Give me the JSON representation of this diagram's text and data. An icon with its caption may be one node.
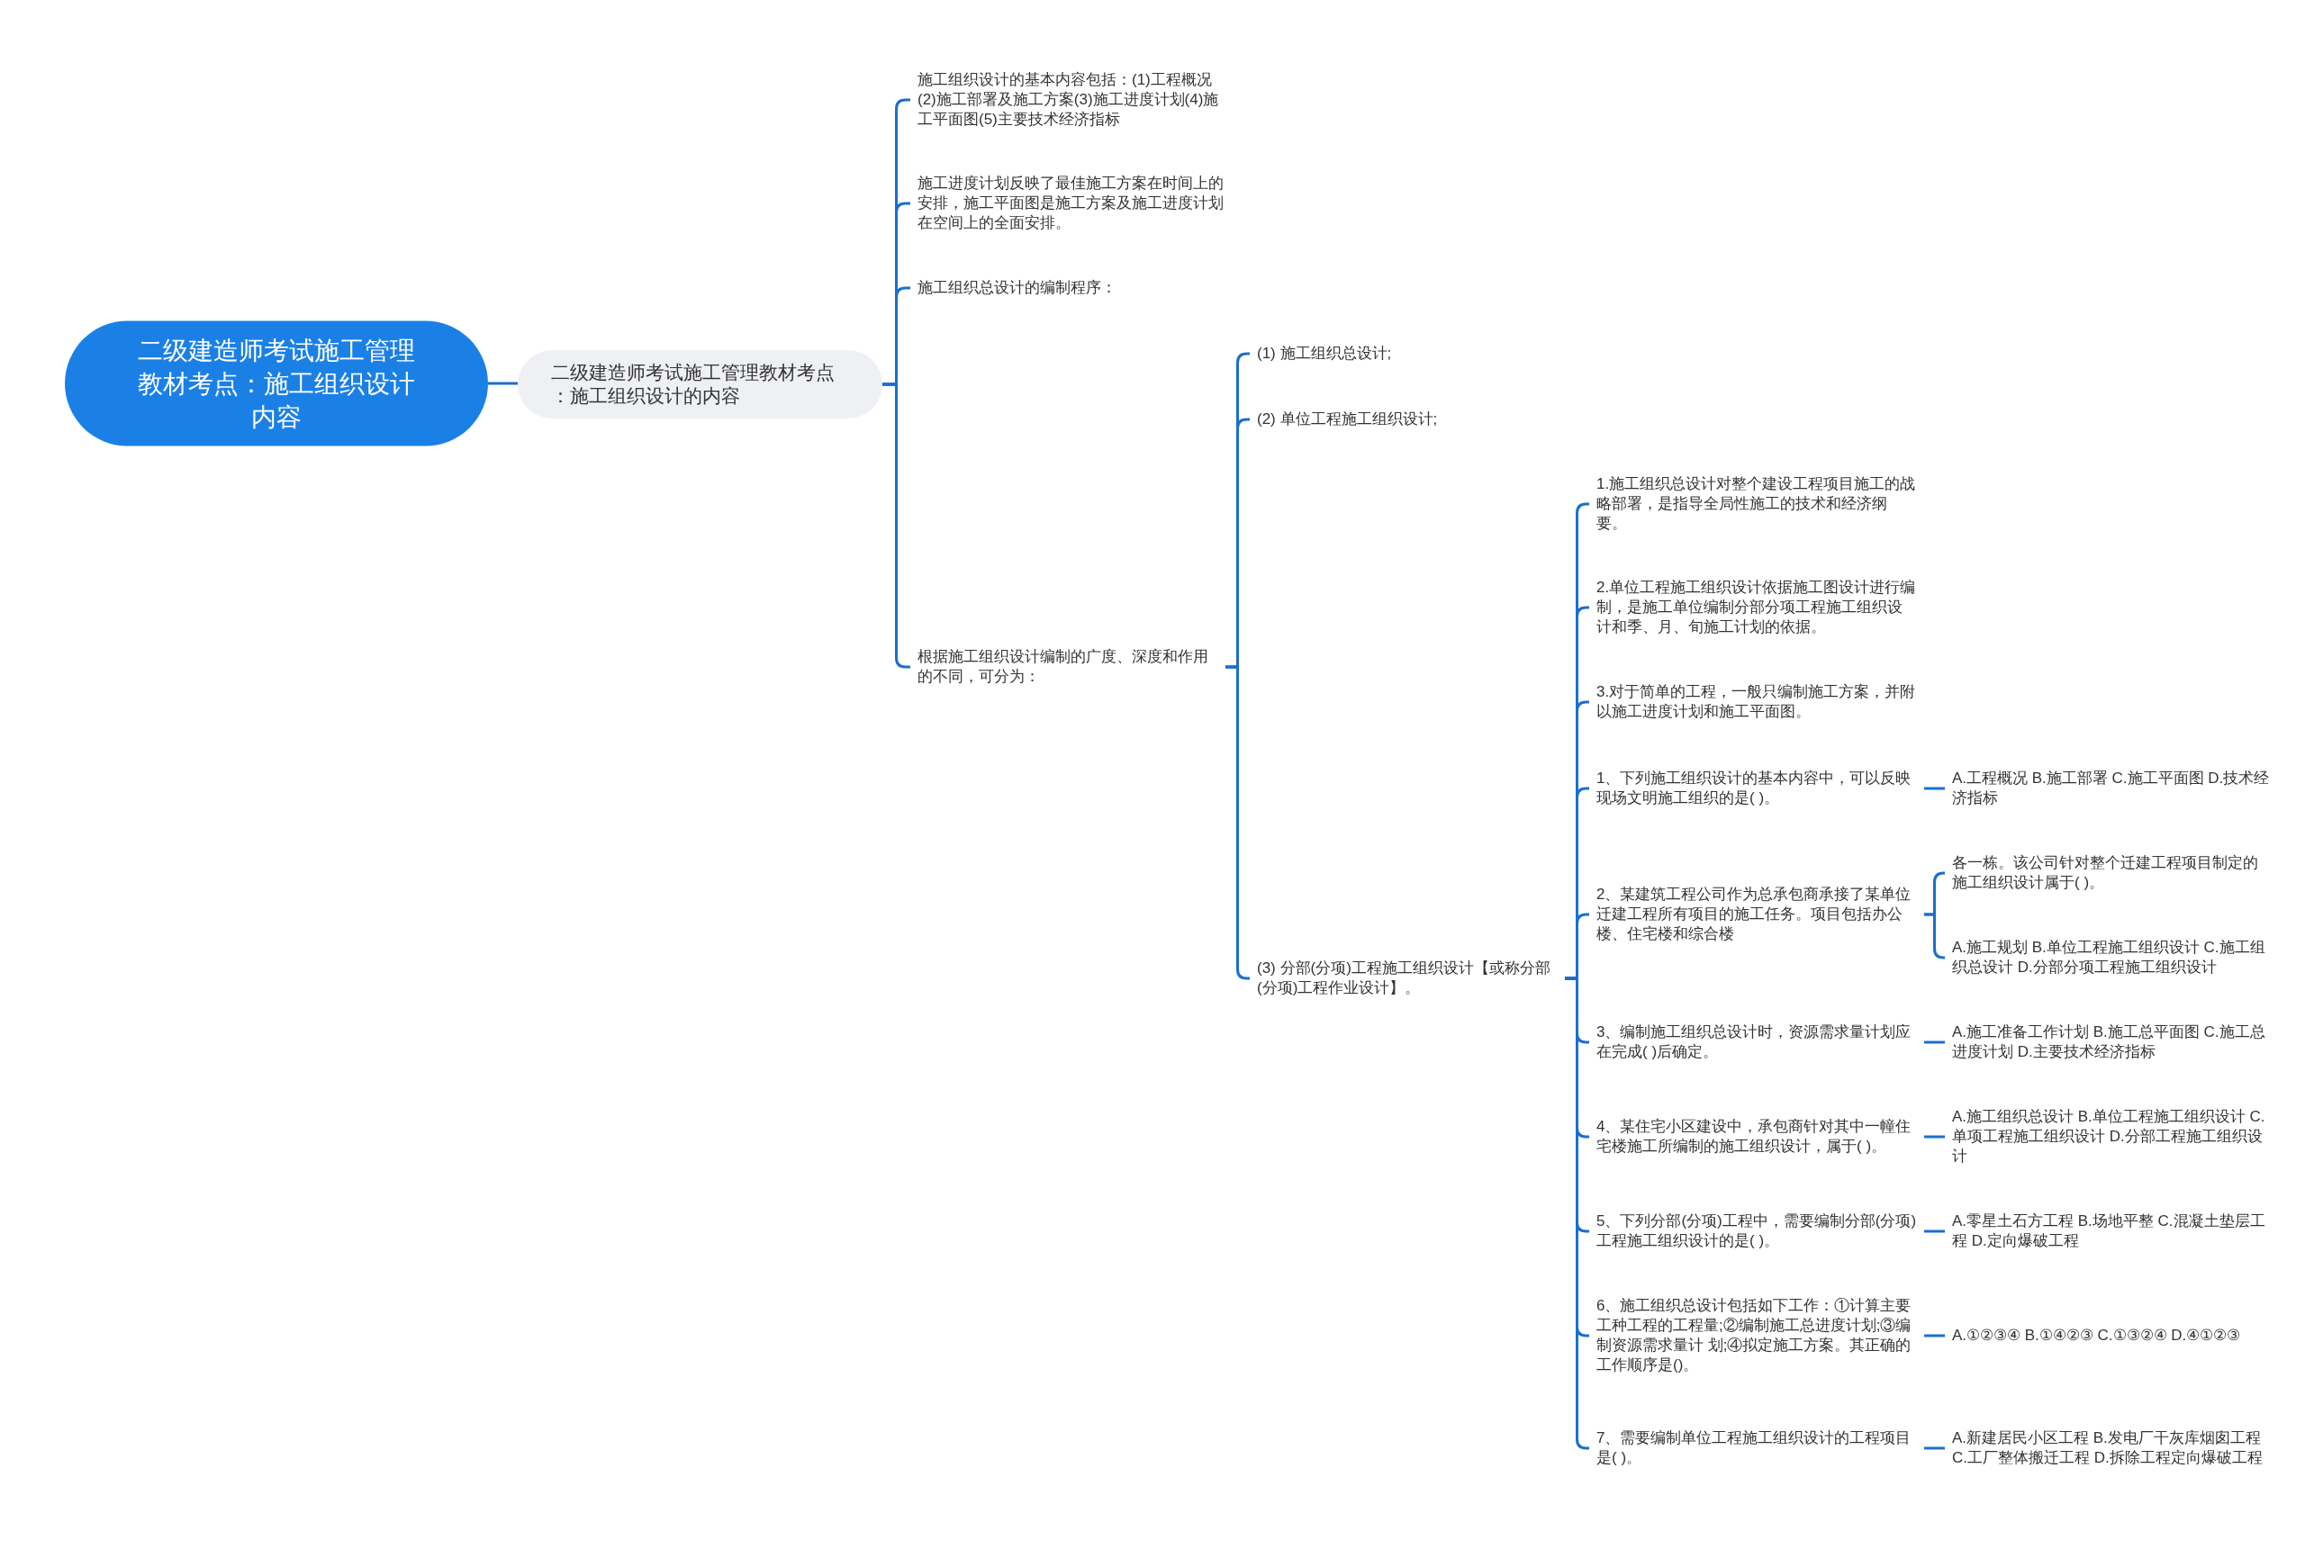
{
  "diagram": {
    "nodes": [
      {
        "text": [
          "二级建造师考试施工管理教材考点：施工组织设计内容"
        ]
      },
      {
        "text": [
          "二级建造师考试施工管理教材考点：施工组织设计的内容"
        ]
      },
      {
        "text": [
          "施工组织设计的基本内容包括：(1)工程概况(2)施工部署及施工方案(3)施工进度计划(4)施工平面图(5)主要技术经济指标"
        ]
      },
      {
        "text": [
          "施工进度计划反映了最佳施工方案在时间上的安排，施工平面图是施工方案及施工进度计划在空间上的全面安排。"
        ]
      },
      {
        "text": [
          "施工组织总设计的编制程序："
        ]
      },
      {
        "text": [
          "根据施工组织设计编制的广度、深度和作用的不同，可分为："
        ]
      },
      {
        "text": [
          "(1) 施工组织总设计;"
        ]
      },
      {
        "text": [
          "(2) 单位工程施工组织设计;"
        ]
      },
      {
        "text": [
          "(3) 分部(分项)工程施工组织设计【或称分部(分项)工程作业设计】。"
        ]
      },
      {
        "text": [
          "1.施工组织总设计对整个建设工程项目施工的战略部署，是指导全局性施工的技术和经济纲要。"
        ]
      },
      {
        "text": [
          "2.单位工程施工组织设计依据施工图设计进行编制，是施工单位编制分部分项工程施工组织设计和季、月、旬施工计划的依据。"
        ]
      },
      {
        "text": [
          "3.对于简单的工程，一般只编制施工方案，并附以施工进度计划和施工平面图。"
        ]
      },
      {
        "text": [
          "1、下列施工组织设计的基本内容中，可以反映现场文明施工组织的是( )。"
        ]
      },
      {
        "text": [
          "A.工程概况 B.施工部署 C.施工平面图 D.技术经济指标"
        ]
      },
      {
        "text": [
          "2、某建筑工程公司作为总承包商承接了某单位迁建工程所有项目的施工任务。项目包括办公楼、住宅楼和综合楼"
        ]
      },
      {
        "text": [
          "各一栋。该公司针对整个迁建工程项目制定的施工组织设计属于( )。"
        ]
      },
      {
        "text": [
          "A.施工规划 B.单位工程施工组织设计 C.施工组织总设计 D.分部分项工程施工组织设计"
        ]
      },
      {
        "text": [
          "3、编制施工组织总设计时，资源需求量计划应在完成( )后确定。"
        ]
      },
      {
        "text": [
          "A.施工准备工作计划 B.施工总平面图 C.施工总进度计划 D.主要技术经济指标"
        ]
      },
      {
        "text": [
          "4、某住宅小区建设中，承包商针对其中一幢住宅楼施工所编制的施工组织设计，属于( )。"
        ]
      },
      {
        "text": [
          "A.施工组织总设计 B.单位工程施工组织设计 C.单项工程施工组织设计 D.分部工程施工组织设计"
        ]
      },
      {
        "text": [
          "5、下列分部(分项)工程中，需要编制分部(分项)工程施工组织设计的是( )。"
        ]
      },
      {
        "text": [
          "A.零星土石方工程 B.场地平整 C.混凝土垫层工程 D.定向爆破工程"
        ]
      },
      {
        "text": [
          "6、施工组织总设计包括如下工作：①计算主要工种工程的工程量;②编制施工总进度计划;③编制资源需求量计 划;④拟定施工方案。其正确的工作顺序是()。"
        ]
      },
      {
        "text": [
          "A.①②③④ B.①④②③ C.①③②④ D.④①②③"
        ]
      },
      {
        "text": [
          "7、需要编制单位工程施工组织设计的工程项目是( )。"
        ]
      },
      {
        "text": [
          "A.新建居民小区工程 B.发电厂干灰库烟囱工程 C.工厂整体搬迁工程 D.拆除工程定向爆破工程"
        ]
      }
    ],
    "edges": [
      {
        "from": 0,
        "to": 1,
        "arrow": "none"
      },
      {
        "from": 1,
        "to": 2,
        "arrow": "none"
      },
      {
        "from": 1,
        "to": 3,
        "arrow": "none"
      },
      {
        "from": 1,
        "to": 4,
        "arrow": "none"
      },
      {
        "from": 1,
        "to": 5,
        "arrow": "none"
      },
      {
        "from": 5,
        "to": 6,
        "arrow": "none"
      },
      {
        "from": 5,
        "to": 7,
        "arrow": "none"
      },
      {
        "from": 5,
        "to": 8,
        "arrow": "none"
      },
      {
        "from": 8,
        "to": 9,
        "arrow": "none"
      },
      {
        "from": 8,
        "to": 10,
        "arrow": "none"
      },
      {
        "from": 8,
        "to": 11,
        "arrow": "none"
      },
      {
        "from": 8,
        "to": 12,
        "arrow": "none"
      },
      {
        "from": 12,
        "to": 13,
        "arrow": "none"
      },
      {
        "from": 8,
        "to": 14,
        "arrow": "none"
      },
      {
        "from": 14,
        "to": 15,
        "arrow": "none"
      },
      {
        "from": 14,
        "to": 16,
        "arrow": "none"
      },
      {
        "from": 8,
        "to": 17,
        "arrow": "none"
      },
      {
        "from": 17,
        "to": 18,
        "arrow": "none"
      },
      {
        "from": 8,
        "to": 19,
        "arrow": "none"
      },
      {
        "from": 19,
        "to": 20,
        "arrow": "none"
      },
      {
        "from": 8,
        "to": 21,
        "arrow": "none"
      },
      {
        "from": 21,
        "to": 22,
        "arrow": "none"
      },
      {
        "from": 8,
        "to": 23,
        "arrow": "none"
      },
      {
        "from": 23,
        "to": 24,
        "arrow": "none"
      },
      {
        "from": 8,
        "to": 25,
        "arrow": "none"
      },
      {
        "from": 25,
        "to": 26,
        "arrow": "none"
      }
    ]
  }
}
